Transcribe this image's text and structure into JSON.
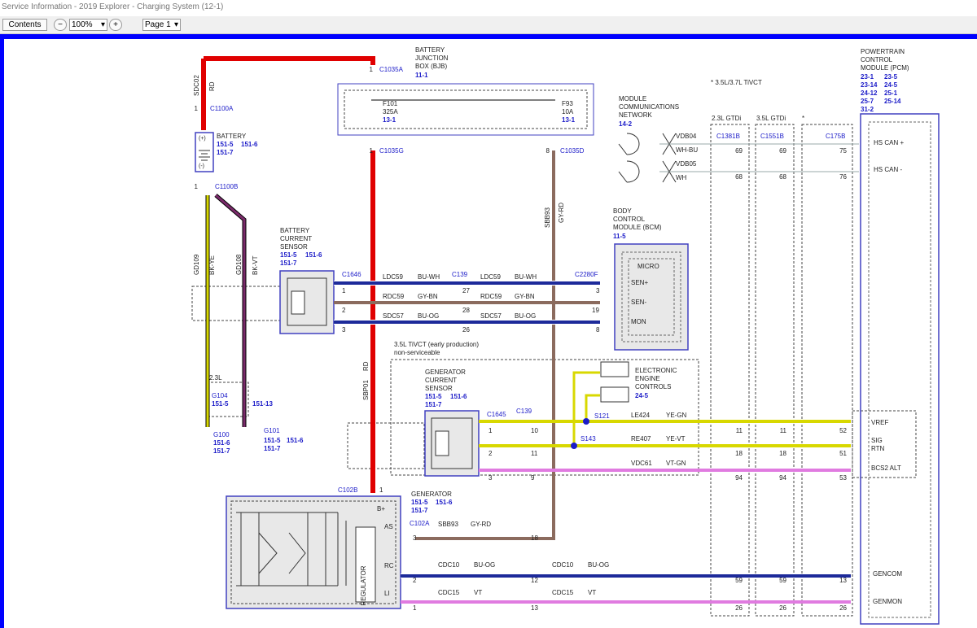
{
  "window": {
    "title": "Service Information - 2019 Explorer - Charging System (12-1)"
  },
  "toolbar": {
    "contents_label": "Contents",
    "zoom_value": "100%",
    "page_value": "Page 1",
    "zoom_out_icon": "minus-circle-icon",
    "zoom_in_icon": "plus-circle-icon"
  },
  "colors": {
    "red": "#e00000",
    "brown": "#8b6b5e",
    "blue": "#1d2a9a",
    "pink": "#e07be0",
    "yellow": "#d8d800",
    "navy": "#1b1bc8"
  },
  "diagram": {
    "note": "* 3.5L/3.7L TiVCT",
    "c1035a": "C1035A",
    "c1035g": "C1035G",
    "c1035d": "C1035D",
    "pin1a": "1",
    "pin1g": "1",
    "pin8d": "8",
    "bjb": {
      "l1": "BATTERY",
      "l2": "JUNCTION",
      "l3": "BOX (BJB)",
      "ref": "11-1"
    },
    "f101": {
      "l1": "F101",
      "l2": "325A",
      "ref": "13-1"
    },
    "f93": {
      "l1": "F93",
      "l2": "10A",
      "ref": "13-1"
    },
    "sdc02": "SDC02",
    "rd1": "RD",
    "c1100a": "C1100A",
    "c1100b": "C1100B",
    "pin_b1": "1",
    "pin_b2": "1",
    "battery": {
      "label": "BATTERY",
      "ref1": "151-5",
      "ref2": "151-6",
      "ref3": "151-7",
      "plus": "(+)",
      "minus": "(-)"
    },
    "gd109": "GD109",
    "bkye": "BK-YE",
    "gd108": "GD108",
    "bkvt": "BK-VT",
    "bcs": {
      "l1": "BATTERY",
      "l2": "CURRENT",
      "l3": "SENSOR",
      "r1": "151-5",
      "r2": "151-6",
      "r3": "151-7"
    },
    "c1646": "C1646",
    "c139a": "C139",
    "c2280f": "C2280F",
    "row1": {
      "c1": "LDC59",
      "col1": "BU-WH",
      "c2": "LDC59",
      "col2": "BU-WH",
      "p1": "1",
      "p2": "27",
      "p3": "3"
    },
    "row2": {
      "c1": "RDC59",
      "col1": "GY-BN",
      "c2": "RDC59",
      "col2": "GY-BN",
      "p1": "2",
      "p2": "28",
      "p3": "19"
    },
    "row3": {
      "c1": "SDC57",
      "col1": "BU-OG",
      "c2": "SDC57",
      "col2": "BU-OG",
      "p1": "3",
      "p2": "26",
      "p3": "8"
    },
    "bcm": {
      "l1": "BODY",
      "l2": "CONTROL",
      "l3": "MODULE (BCM)",
      "ref": "11-5",
      "micro": "MICRO",
      "senp": "SEN+",
      "senn": "SEN-",
      "mon": "MON"
    },
    "sbb93": "SBB93",
    "gyrd": "GY-RD",
    "sbp01": "SBP01",
    "rd2": "RD",
    "mcn": {
      "l1": "MODULE",
      "l2": "COMMUNICATIONS",
      "l3": "NETWORK",
      "ref": "14-2"
    },
    "vdb04": "VDB04",
    "whbu": "WH-BU",
    "vdb05": "VDB05",
    "wh": "WH",
    "gtdi23": "2.3L GTDi",
    "gtdi35": "3.5L GTDi",
    "star": "*",
    "c1381b": "C1381B",
    "c1551b": "C1551B",
    "c175b": "C175B",
    "can": {
      "a1": "69",
      "a2": "69",
      "a3": "75",
      "b1": "68",
      "b2": "68",
      "b3": "76",
      "hsp": "HS CAN +",
      "hsn": "HS CAN -"
    },
    "pcm": {
      "l1": "POWERTRAIN",
      "l2": "CONTROL",
      "l3": "MODULE (PCM)",
      "r1": "23-1",
      "r2": "23-5",
      "r3": "23-14",
      "r4": "24-5",
      "r5": "24-12",
      "r6": "25-1",
      "r7": "25-7",
      "r8": "25-14",
      "r9": "31-2"
    },
    "tivct": {
      "l1": "3.5L TiVCT (early production)",
      "l2": "non-serviceable"
    },
    "gcs": {
      "l1": "GENERATOR",
      "l2": "CURRENT",
      "l3": "SENSOR",
      "r1": "151-5",
      "r2": "151-6",
      "r3": "151-7"
    },
    "eec": {
      "l1": "ELECTRONIC",
      "l2": "ENGINE",
      "l3": "CONTROLS",
      "ref": "24-5"
    },
    "c1645": "C1645",
    "c139b": "C139",
    "s121": "S121",
    "s143": "S143",
    "le424": "LE424",
    "yegn": "YE-GN",
    "re407": "RE407",
    "yevt": "YE-VT",
    "vdc61": "VDC61",
    "vtgn": "VT-GN",
    "gp": {
      "a1": "1",
      "a2": "10",
      "a3": "11",
      "a4": "11",
      "a5": "52",
      "b1": "2",
      "b2": "11",
      "b3": "18",
      "b4": "18",
      "b5": "51",
      "c1": "3",
      "c2": "9",
      "c3": "94",
      "c4": "94",
      "c5": "53"
    },
    "vref": "VREF",
    "sigrtn1": "SIG",
    "sigrtn2": "RTN",
    "bcs2": "BCS2 ALT",
    "g23": "2.3L",
    "g104": "G104",
    "g104r": "151-5",
    "g15113": "151-13",
    "g100": "G100",
    "g100r1": "151-6",
    "g100r2": "151-7",
    "g101": "G101",
    "g101r1": "151-5",
    "g101r2": "151-6",
    "g101r3": "151-7",
    "c102b": "C102B",
    "pin_c102b": "1",
    "gen": {
      "l1": "GENERATOR",
      "r1": "151-5",
      "r2": "151-6",
      "r3": "151-7",
      "reg": "REGULATOR",
      "bplus": "B+",
      "as": "AS",
      "rc": "RC",
      "li": "LI"
    },
    "c102a": "C102A",
    "sbb93b": "SBB93",
    "gyrd2": "GY-RD",
    "p3": "3",
    "p18": "18",
    "cdc10a": "CDC10",
    "buog_a": "BU-OG",
    "cdc10b": "CDC10",
    "buog_b": "BU-OG",
    "p2": "2",
    "p12": "12",
    "p59a": "59",
    "p59b": "59",
    "p13a": "13",
    "gencom": "GENCOM",
    "cdc15a": "CDC15",
    "vta": "VT",
    "cdc15b": "CDC15",
    "vtb": "VT",
    "p1": "1",
    "p13": "13",
    "p26a": "26",
    "p26b": "26",
    "p26c": "26",
    "genmon": "GENMON"
  }
}
